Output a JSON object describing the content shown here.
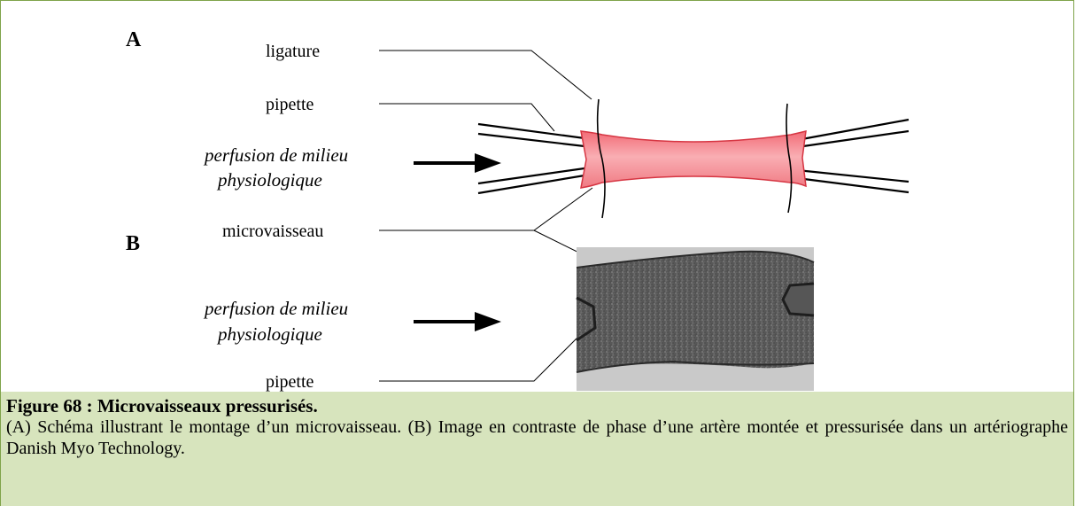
{
  "panels": {
    "a_letter": "A",
    "b_letter": "B"
  },
  "labels": {
    "ligature": "ligature",
    "pipette_top": "pipette",
    "perfusion_a_line1": "perfusion de milieu",
    "perfusion_a_line2": "physiologique",
    "microvaisseau": "microvaisseau",
    "perfusion_b_line1": "perfusion de milieu",
    "perfusion_b_line2": "physiologique",
    "pipette_bottom": "pipette"
  },
  "caption": {
    "title": "Figure 68 : Microvaisseaux pressurisés.",
    "body": "(A) Schéma illustrant le montage d’un microvaisseau. (B) Image en contraste de phase d’une artère montée et pressurisée dans un artériographe Danish Myo Technology."
  },
  "colors": {
    "vessel_fill": "#f4848c",
    "vessel_stroke": "#e0303c",
    "caption_bg": "#d7e4bd",
    "frame_border": "#7fa34a"
  }
}
